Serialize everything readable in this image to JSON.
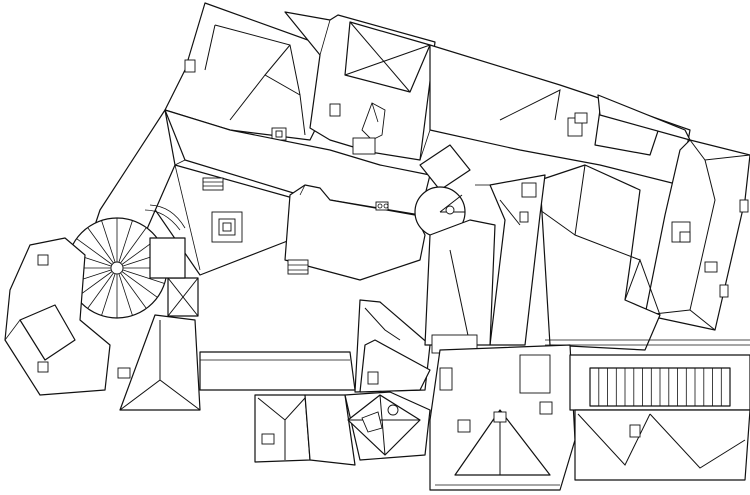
{
  "drawing": {
    "kind": "architectural roof plan (line drawing, no text labels)",
    "stroke_color": "#111111",
    "background_color": "#ffffff"
  },
  "features": {
    "round_tower": {
      "spokes": 20
    },
    "stair_bridge": {
      "treads": 16
    }
  }
}
